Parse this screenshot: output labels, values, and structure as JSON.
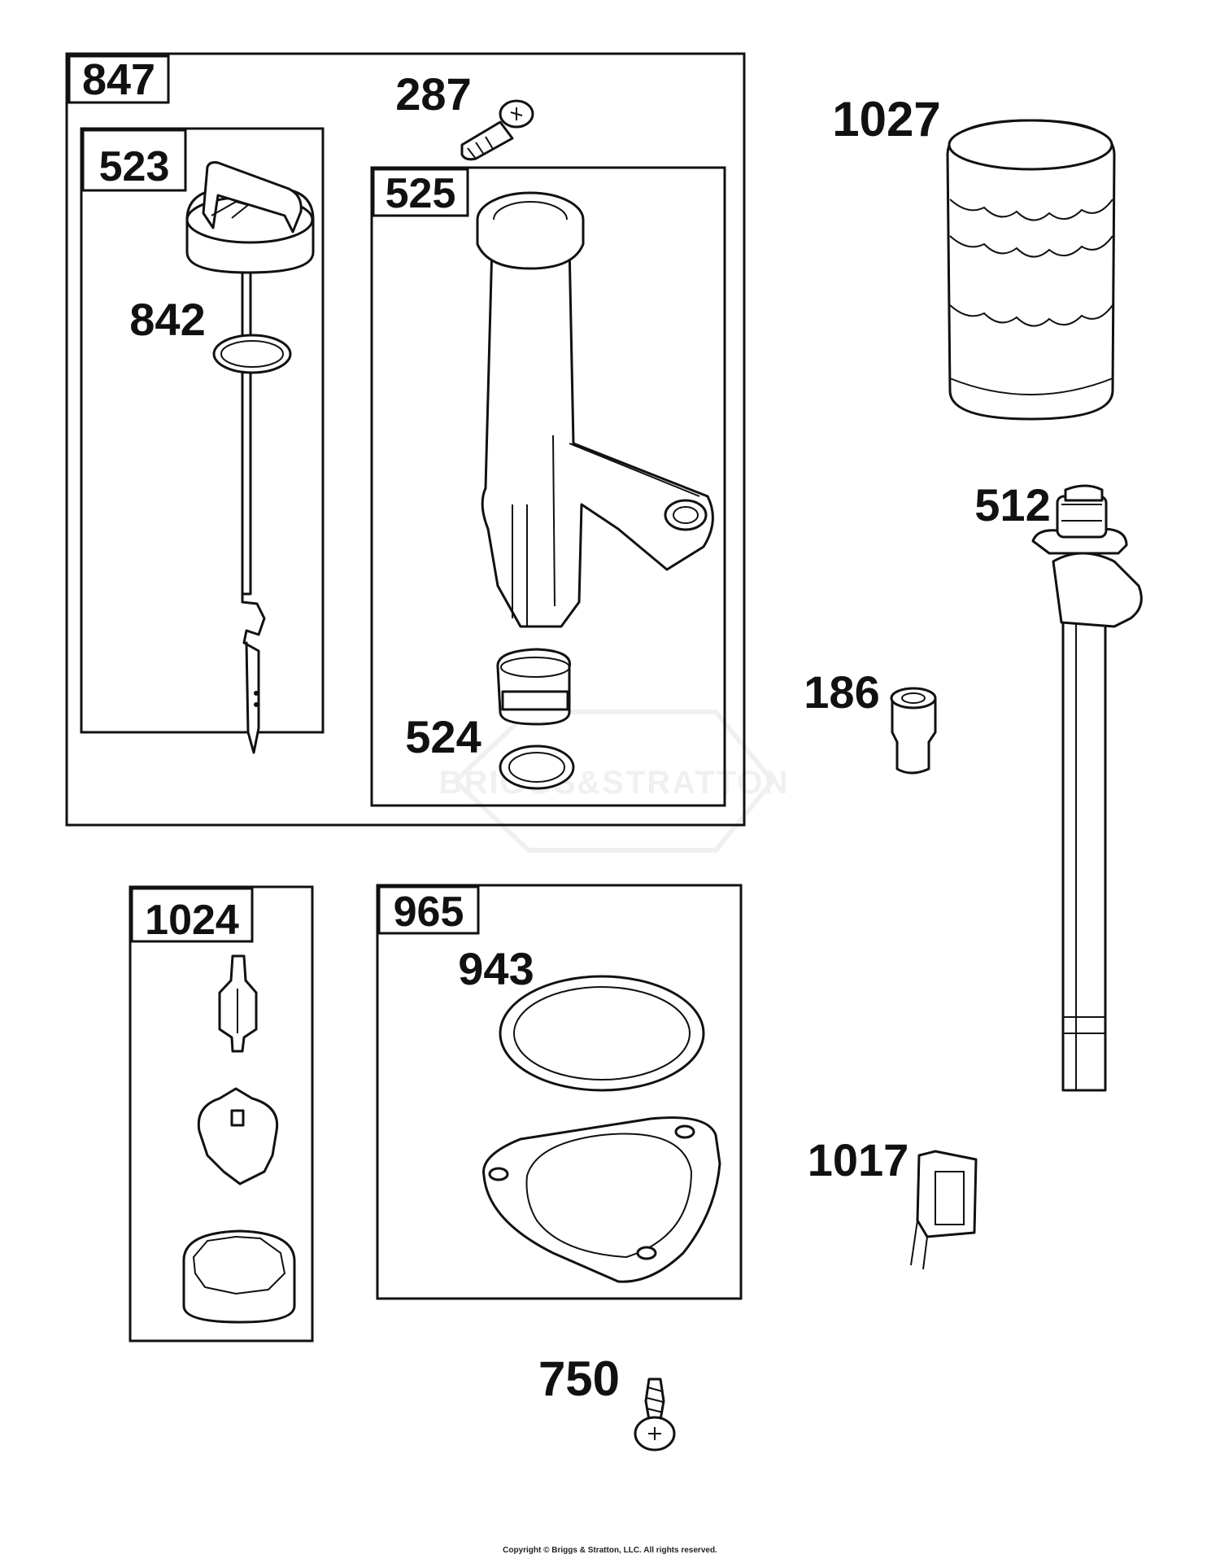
{
  "watermark": "BRIGGS&STRATTON",
  "copyright": "Copyright © Briggs & Stratton, LLC. All rights reserved.",
  "kit_boxes": {
    "b847": "847",
    "b523": "523",
    "b525": "525",
    "b1024": "1024",
    "b965": "965"
  },
  "callouts": {
    "c287": "287",
    "c842": "842",
    "c524": "524",
    "c1027": "1027",
    "c512": "512",
    "c186": "186",
    "c943": "943",
    "c1017": "1017",
    "c750": "750"
  }
}
